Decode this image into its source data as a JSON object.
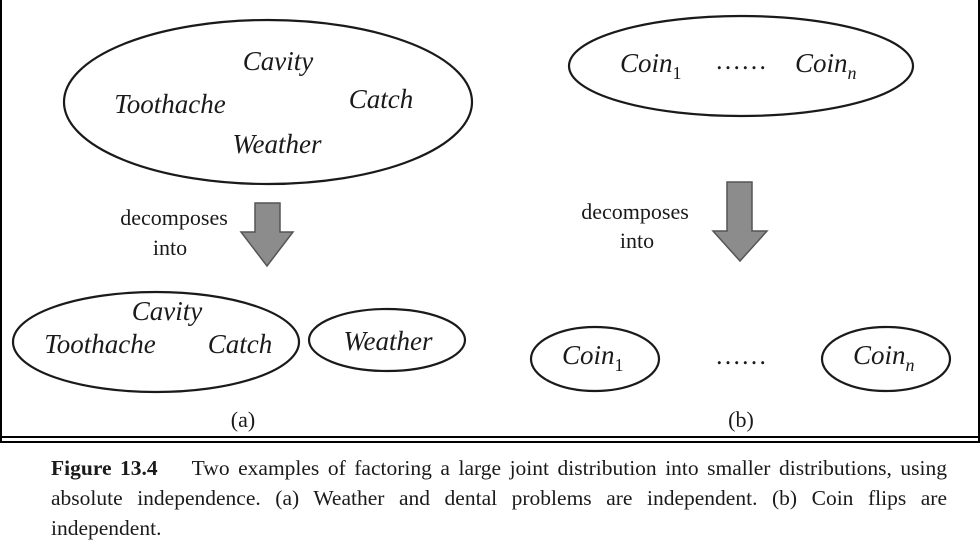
{
  "panel_a": {
    "top_nodes": [
      "Cavity",
      "Toothache",
      "Catch",
      "Weather"
    ],
    "arrow_label_line1": "decomposes",
    "arrow_label_line2": "into",
    "left_cluster": [
      "Cavity",
      "Toothache",
      "Catch"
    ],
    "right_cluster": [
      "Weather"
    ],
    "label": "(a)"
  },
  "panel_b": {
    "top_first": {
      "base": "Coin",
      "sub": "1"
    },
    "top_dots": "……",
    "top_last": {
      "base": "Coin",
      "sub": "n"
    },
    "arrow_label_line1": "decomposes",
    "arrow_label_line2": "into",
    "bottom_first": {
      "base": "Coin",
      "sub": "1"
    },
    "bottom_dots": "……",
    "bottom_last": {
      "base": "Coin",
      "sub": "n"
    },
    "label": "(b)"
  },
  "caption": {
    "figure_label": "Figure 13.4",
    "text": "Two examples of factoring a large joint distribution into smaller distributions, using absolute independence. (a) Weather and dental problems are independent. (b) Coin flips are independent."
  },
  "colors": {
    "arrow_fill": "#8c8c8c",
    "arrow_stroke": "#555555",
    "ink": "#1a1a1a"
  }
}
